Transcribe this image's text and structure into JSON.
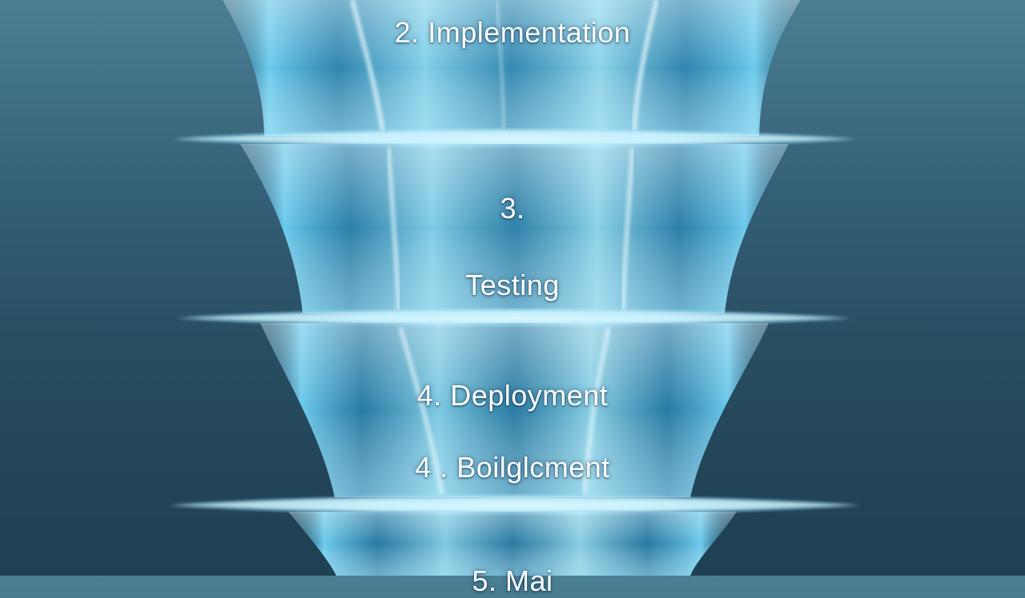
{
  "diagram": {
    "type": "waterfall-stages",
    "colors": {
      "background_top": "#4b7f94",
      "background_bottom": "#1f3f52",
      "water_light": "#d9f6ff",
      "water_mid": "#5fc6ea",
      "water_deep": "#1b7fb0"
    },
    "stages": [
      {
        "label": "2. Implementation"
      },
      {
        "number": "3.",
        "label": "Testing"
      },
      {
        "label": "4. Deployment"
      },
      {
        "label": "4 . Boilglcment"
      },
      {
        "label": "5. Mai"
      }
    ]
  }
}
